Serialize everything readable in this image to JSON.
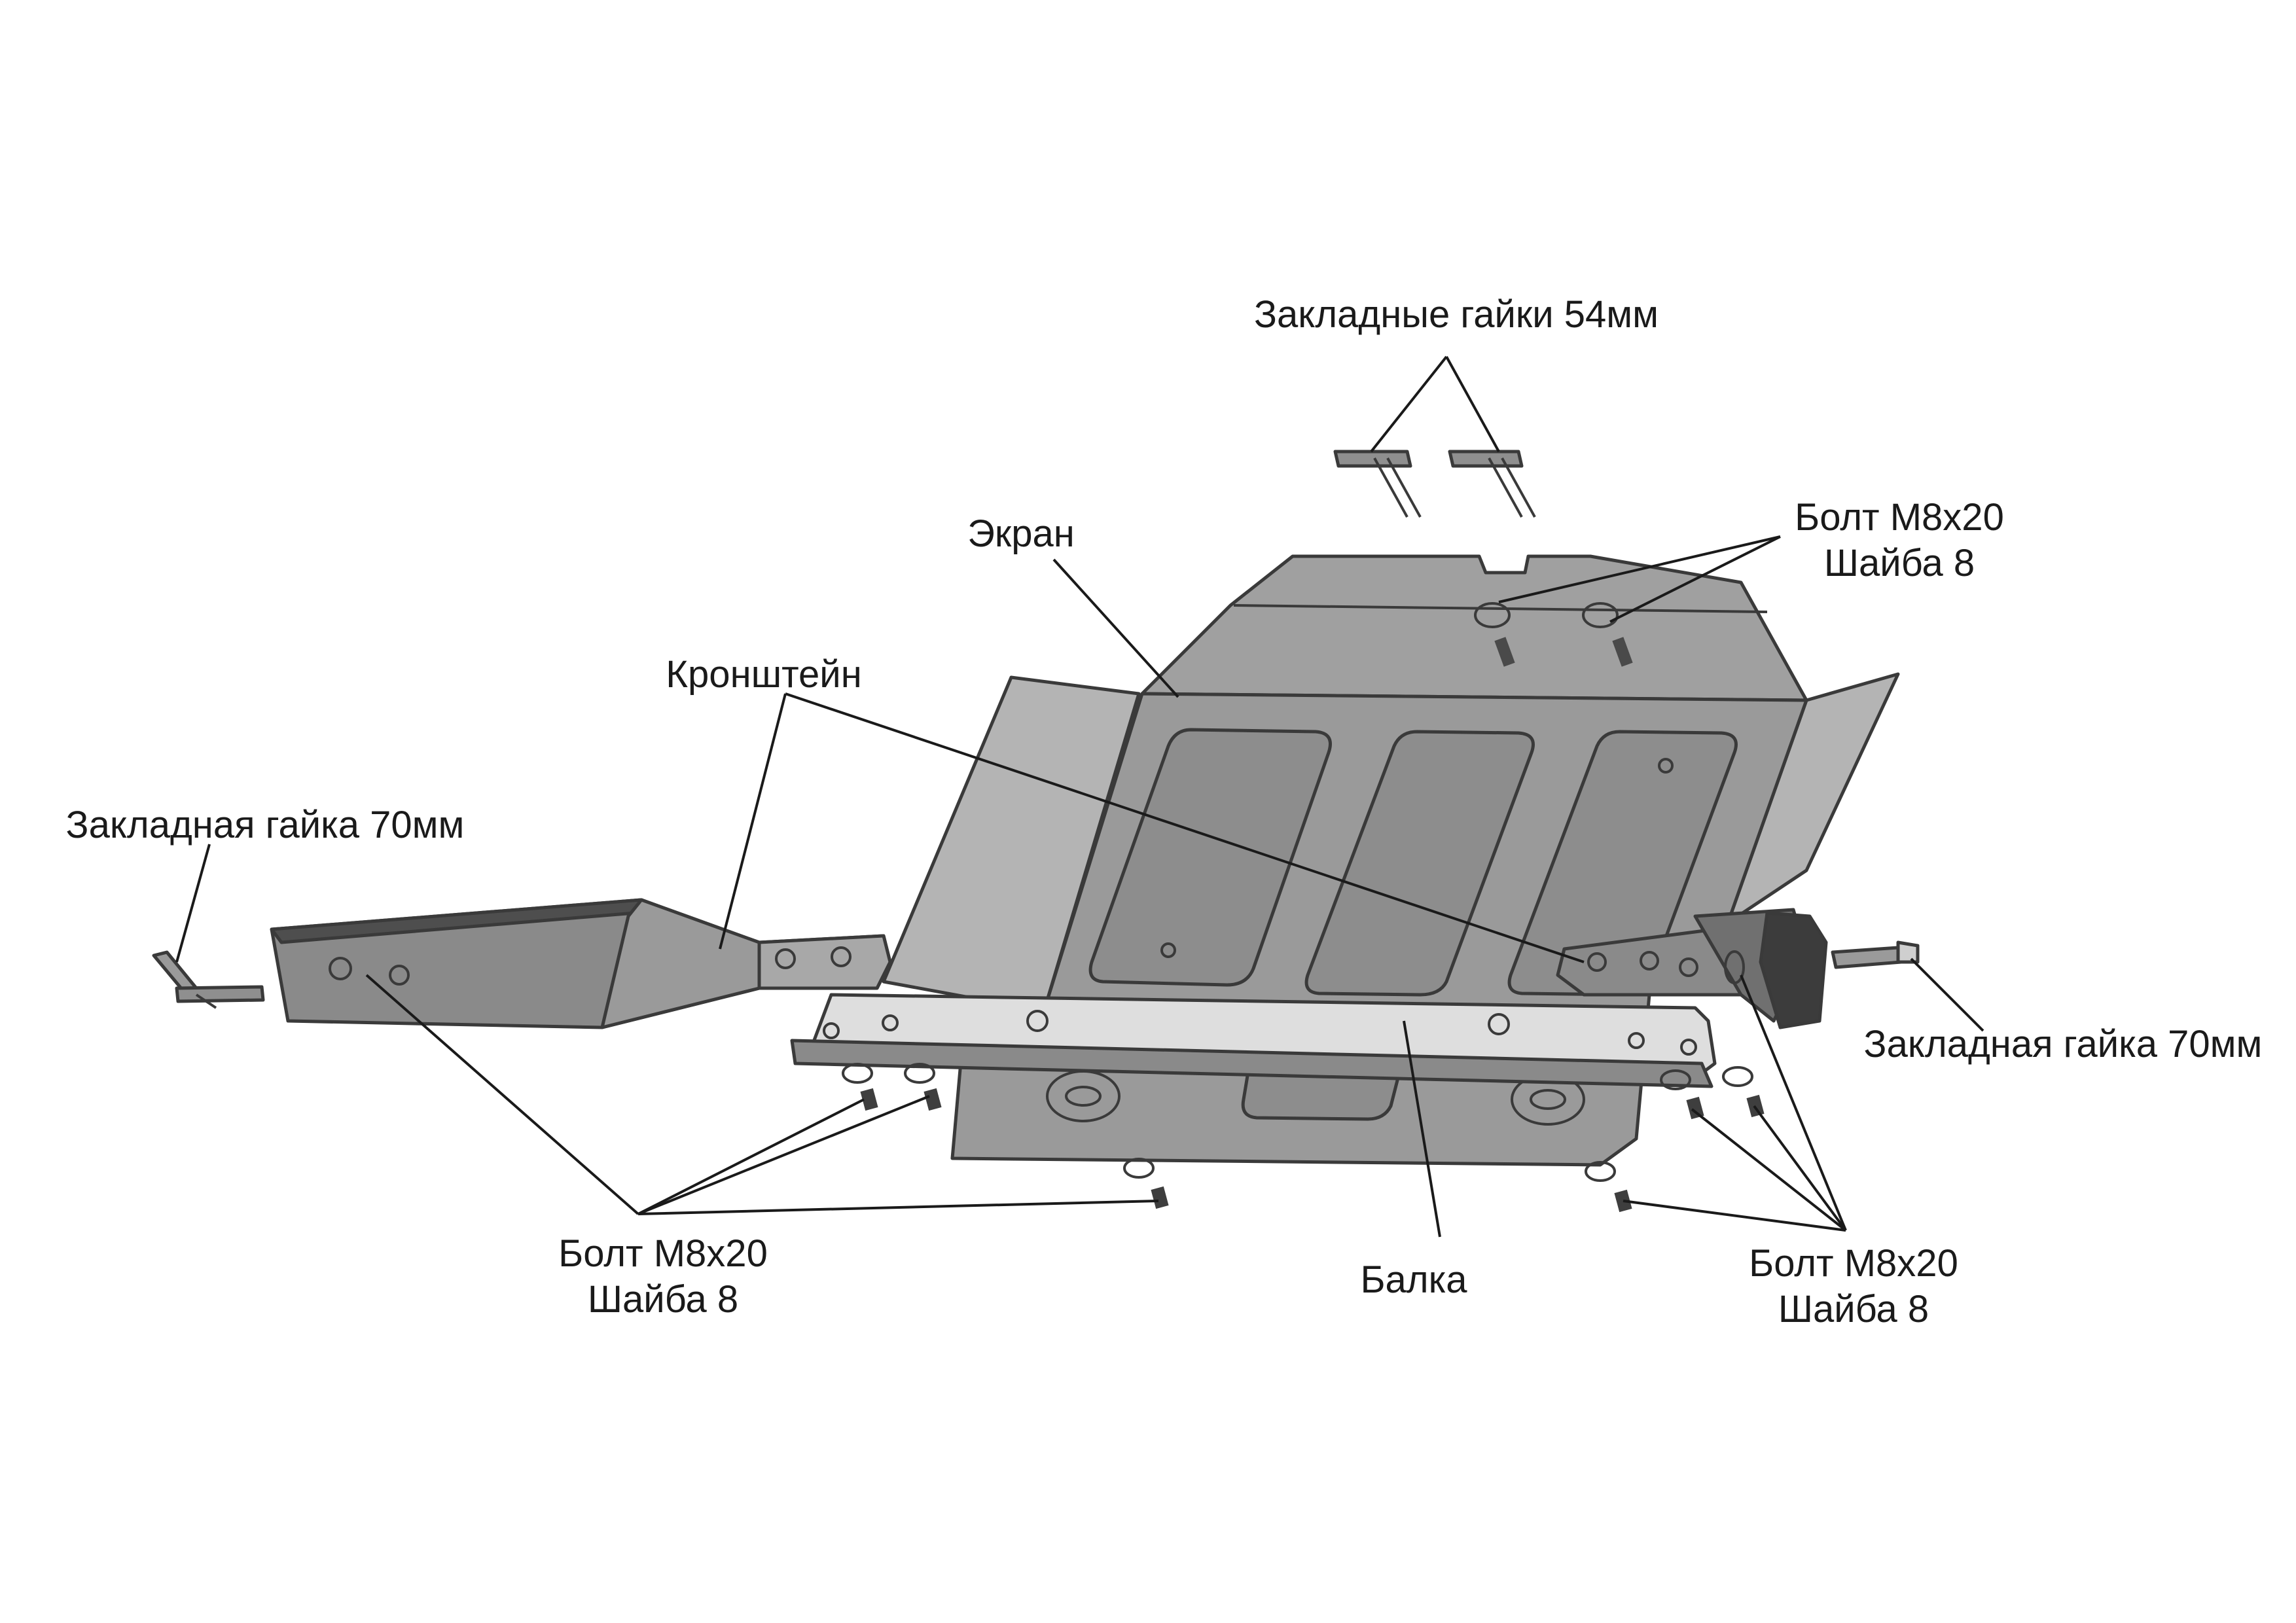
{
  "labels": {
    "insert_nuts_54": "Закладные гайки 54мм",
    "screen": "Экран",
    "bolt_top": "Болт М8х20",
    "washer_top": "Шайба 8",
    "bracket": "Кронштейн",
    "insert_nut_70_left": "Закладная гайка 70мм",
    "insert_nut_70_right": "Закладная гайка 70мм",
    "bolt_bottom_left": "Болт М8х20",
    "washer_bottom_left": "Шайба 8",
    "beam": "Балка",
    "bolt_bottom_right": "Болт М8х20",
    "washer_bottom_right": "Шайба 8"
  },
  "colors": {
    "plate": "#9c9c9c",
    "plate_dark": "#6e6e6e",
    "plate_light": "#b8b8b8",
    "beam": "#dcdcdc",
    "edge": "#3a3a3a",
    "text": "#1a1a1a"
  }
}
